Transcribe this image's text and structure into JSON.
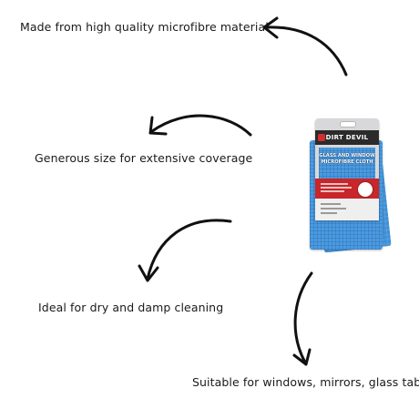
{
  "features": [
    {
      "text": "Made from high quality microfibre material"
    },
    {
      "text": "Generous size for extensive coverage"
    },
    {
      "text": "Ideal for dry and damp cleaning"
    },
    {
      "text": "Suitable for windows, mirrors, glass tables"
    }
  ],
  "product": {
    "brand": "DIRT DEVIL",
    "title_line1": "GLASS AND WINDOW",
    "title_line2": "MICROFIBRE CLOTH",
    "towel_color": "#4a9ae0",
    "accent_color": "#c8262a"
  },
  "icons": {
    "arrow": "curved-arrow-icon"
  }
}
